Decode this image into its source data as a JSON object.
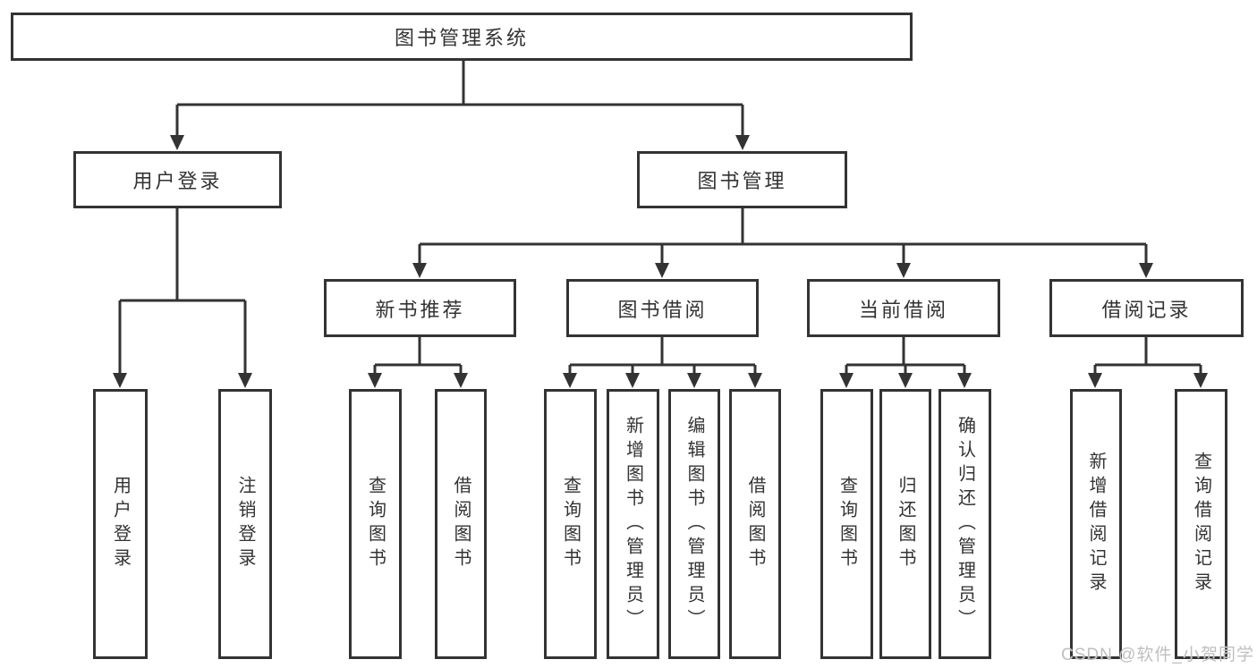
{
  "colors": {
    "line": "#333333",
    "box_border": "#333333",
    "text": "#333333",
    "watermark": "#bfbfbf"
  },
  "watermark": "CSDN @软件_小贺同学",
  "tree": {
    "root": {
      "label": "图书管理系统",
      "children": [
        {
          "label": "用户登录",
          "children": [
            {
              "label": "用户登录"
            },
            {
              "label": "注销登录"
            }
          ]
        },
        {
          "label": "图书管理",
          "children": [
            {
              "label": "新书推荐",
              "children": [
                {
                  "label": "查询图书"
                },
                {
                  "label": "借阅图书"
                }
              ]
            },
            {
              "label": "图书借阅",
              "children": [
                {
                  "label": "查询图书"
                },
                {
                  "label": "新增图书（管理员）"
                },
                {
                  "label": "编辑图书（管理员）"
                },
                {
                  "label": "借阅图书"
                }
              ]
            },
            {
              "label": "当前借阅",
              "children": [
                {
                  "label": "查询图书"
                },
                {
                  "label": "归还图书"
                },
                {
                  "label": "确认归还（管理员）"
                }
              ]
            },
            {
              "label": "借阅记录",
              "children": [
                {
                  "label": "新增借阅记录"
                },
                {
                  "label": "查询借阅记录"
                }
              ]
            }
          ]
        }
      ]
    }
  }
}
